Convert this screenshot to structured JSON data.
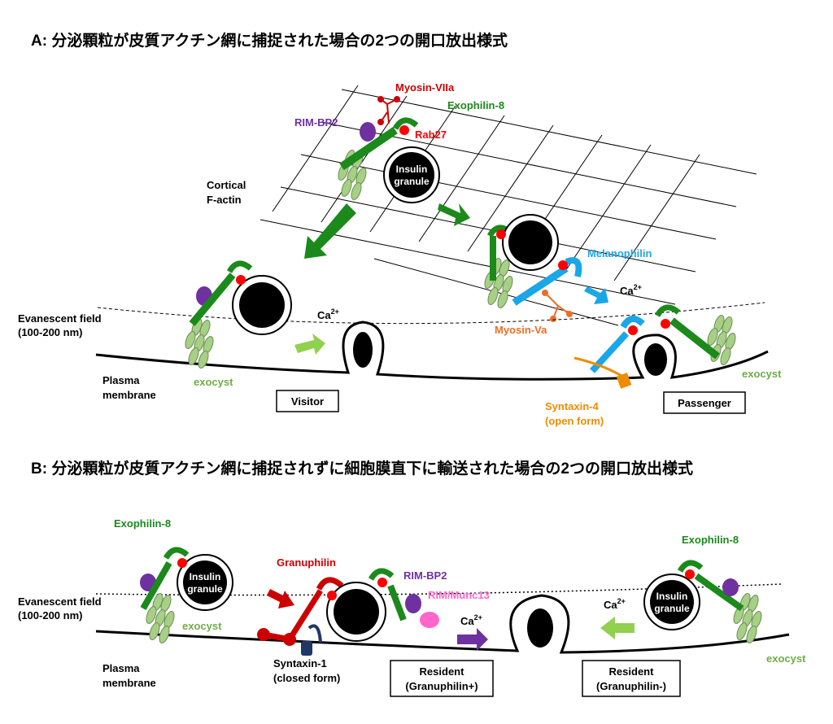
{
  "colors": {
    "exophilin": "#1b8a1b",
    "rab27": "#ff0000",
    "myosin_viia": "#cc0000",
    "melanophilin": "#1aa7e8",
    "myosin_va": "#f06d25",
    "rim_bp2": "#6f30a0",
    "exocyst": "#a7cf86",
    "granuphilin": "#cc0000",
    "syntaxin1": "#1f3864",
    "syntaxin4": "#f08c00",
    "rim_munc13": "#ff66cc",
    "arrow_green": "#92d050"
  },
  "panelA": {
    "title": "A: 分泌顆粒が皮質アクチン網に捕捉された場合の2つの開口放出様式",
    "myosin_viia": "Myosin-VIIa",
    "exophilin8": "Exophilin-8",
    "rim_bp2": "RIM-BP2",
    "rab27": "Rab27",
    "granule_line1": "Insulin",
    "granule_line2": "granule",
    "cortical_line1": "Cortical",
    "cortical_line2": "F-actin",
    "melanophilin": "Melanophilin",
    "myosin_va": "Myosin-Va",
    "ca_visitor": "Ca",
    "ca_passenger": "Ca",
    "ca_sup": "2+",
    "evanescent_line1": "Evanescent field",
    "evanescent_line2": "(100-200 nm)",
    "plasma_line1": "Plasma",
    "plasma_line2": "membrane",
    "exocyst_left": "exocyst",
    "exocyst_right": "exocyst",
    "visitor": "Visitor",
    "passenger": "Passenger",
    "syntaxin4_line1": "Syntaxin-4",
    "syntaxin4_line2": "(open form)"
  },
  "panelB": {
    "title": "B: 分泌顆粒が皮質アクチン網に捕捉されずに細胞膜直下に輸送された場合の2つの開口放出様式",
    "exophilin8_left": "Exophilin-8",
    "exophilin8_right": "Exophilin-8",
    "granule_line1": "Insulin",
    "granule_line2": "granule",
    "granuphilin": "Granuphilin",
    "rim_bp2": "RIM-BP2",
    "rim_munc13": "RIM/Munc13",
    "ca_mid": "Ca",
    "ca_right": "Ca",
    "ca_sup": "2+",
    "evanescent_line1": "Evanescent field",
    "evanescent_line2": "(100-200 nm)",
    "plasma_line1": "Plasma",
    "plasma_line2": "membrane",
    "exocyst_left": "exocyst",
    "exocyst_right": "exocyst",
    "syntaxin1_line1": "Syntaxin-1",
    "syntaxin1_line2": "(closed form)",
    "resident_plus_line1": "Resident",
    "resident_plus_line2": "(Granuphilin+)",
    "resident_minus_line1": "Resident",
    "resident_minus_line2": "(Granuphilin-)"
  }
}
